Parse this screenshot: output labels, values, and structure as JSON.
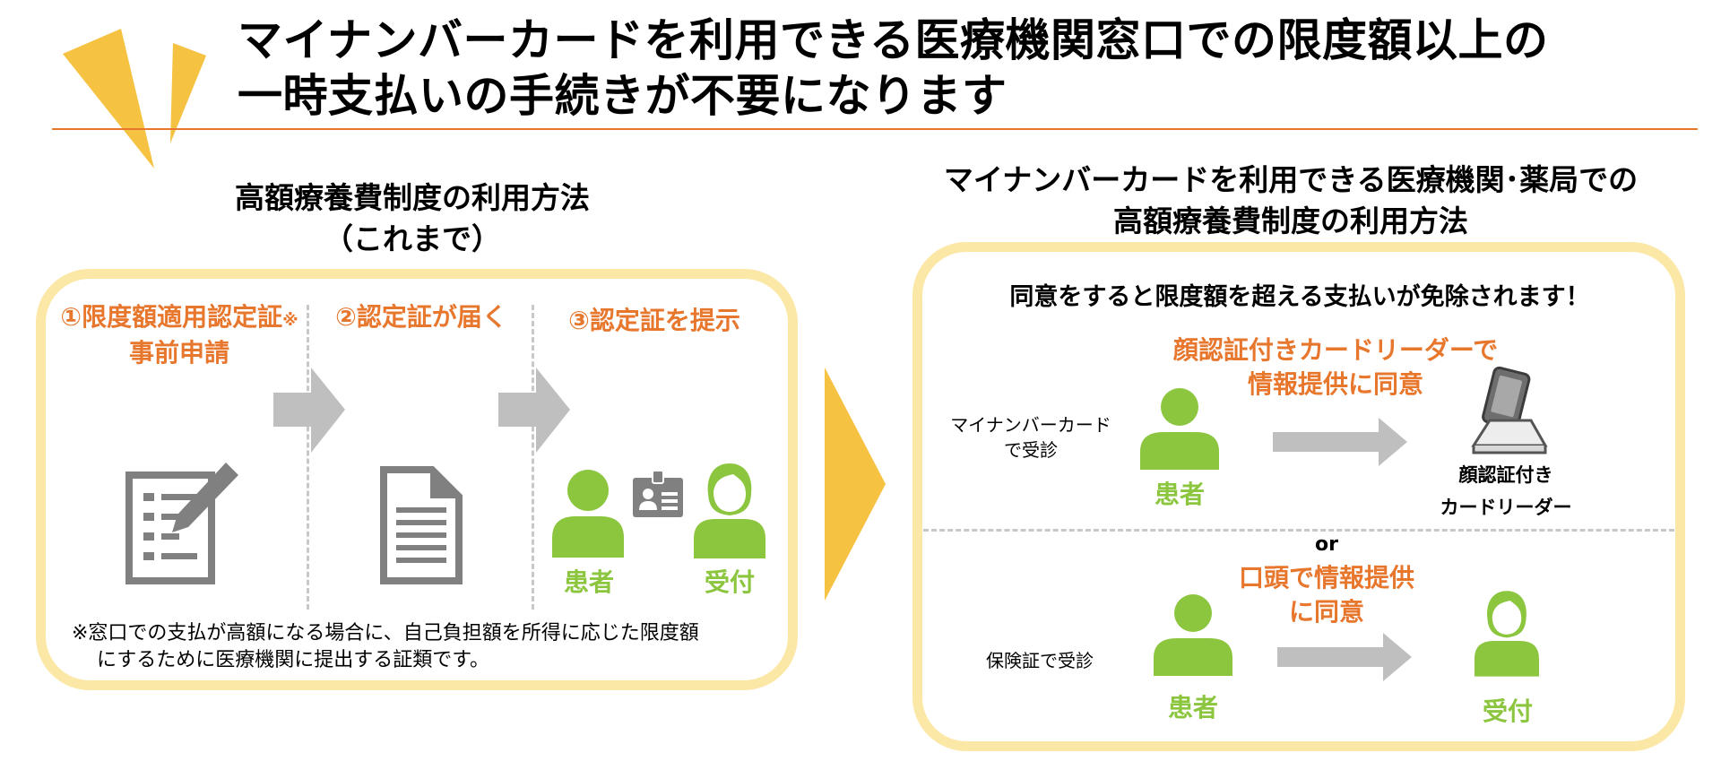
{
  "title": {
    "line1": "マイナンバーカードを利用できる医療機関窓口での限度額以上の",
    "line2": "一時支払いの手続きが不要になります"
  },
  "left": {
    "heading_line1": "高額療養費制度の利用方法",
    "heading_line2": "（これまで）",
    "steps": [
      {
        "label": "①限度額適用認定証",
        "mark": "※",
        "sub": "事前申請"
      },
      {
        "label": "②認定証が届く"
      },
      {
        "label": "③認定証を提示"
      }
    ],
    "patient_label": "患者",
    "reception_label": "受付",
    "note_line1": "※窓口での支払が高額になる場合に、自己負担額を所得に応じた限度額",
    "note_line2": "にするために医療機関に提出する証類です。"
  },
  "right": {
    "heading_line1": "マイナンバーカードを利用できる医療機関･薬局での",
    "heading_line2": "高額療養費制度の利用方法",
    "consent_text": "同意をすると限度額を超える支払いが免除されます！",
    "upper": {
      "side_line1": "マイナンバーカード",
      "side_line2": "で受診",
      "orange_line1": "顔認証付きカードリーダーで",
      "orange_line2": "情報提供に同意",
      "patient_label": "患者",
      "reader_line1": "顔認証付き",
      "reader_line2": "カードリーダー"
    },
    "or_label": "or",
    "lower": {
      "side_label": "保険証で受診",
      "orange_line1": "口頭で情報提供",
      "orange_line2": "に同意",
      "patient_label": "患者",
      "reception_label": "受付"
    }
  },
  "colors": {
    "accent_orange": "#e8772e",
    "panel_border": "#fbe7a6",
    "person_green": "#8cc63f",
    "arrow_gray": "#bfbfbf",
    "big_arrow_yellow": "#f5c242",
    "icon_gray": "#808080"
  }
}
